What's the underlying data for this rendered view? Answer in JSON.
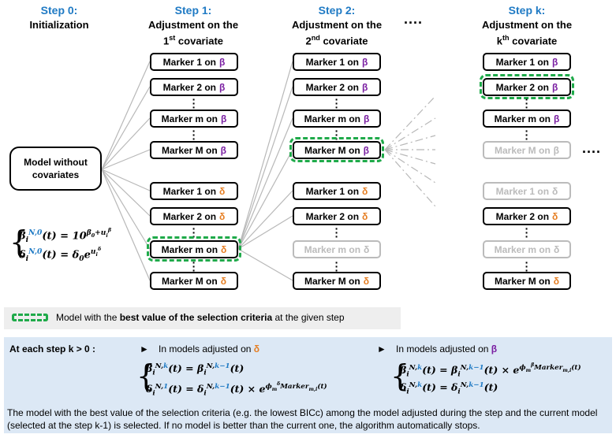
{
  "steps": [
    {
      "title": "Step 0:",
      "subtitle": "Initialization"
    },
    {
      "title": "Step 1:",
      "subtitle_line1": "Adjustment on the",
      "subtitle_ord": "1",
      "subtitle_sup": "st",
      "subtitle_end": " covariate"
    },
    {
      "title": "Step 2:",
      "subtitle_line1": "Adjustment on the",
      "subtitle_ord": "2",
      "subtitle_sup": "nd",
      "subtitle_end": " covariate"
    },
    {
      "title": "Step k:",
      "subtitle_line1": "Adjustment on the",
      "subtitle_ord": "k",
      "subtitle_sup": "th",
      "subtitle_end": " covariate"
    }
  ],
  "ellipsis": "....",
  "initial_model": {
    "line1": "Model without",
    "line2": "covariates"
  },
  "markers": {
    "m1": "Marker 1 on",
    "m2": "Marker 2 on",
    "mm": "Marker m on",
    "mM": "Marker M on",
    "beta": "β",
    "delta": "δ"
  },
  "legend": {
    "prefix": "Model with the ",
    "bold": "best value of the selection criteria",
    "suffix": " at the given step"
  },
  "panel": {
    "at_each_step": "At each step k > 0 :",
    "arrow": "►",
    "delta_label": "In models adjusted on ",
    "beta_label": "In models adjusted on ",
    "delta_sym": "δ",
    "beta_sym": "β",
    "footer": "The model with the best value of the selection criteria (e.g. the lowest BICc) among the model adjusted during the step and the current model (selected at the step k-1) is selected. If no model is better than the current one, the algorithm automatically stops."
  },
  "colors": {
    "title_blue": "#1f7ac4",
    "beta_purple": "#7a1fa2",
    "delta_orange": "#e67e22",
    "highlight_green": "#1faa4a",
    "greyed": "#bbbbbb",
    "panel_bg": "#dce8f5"
  }
}
